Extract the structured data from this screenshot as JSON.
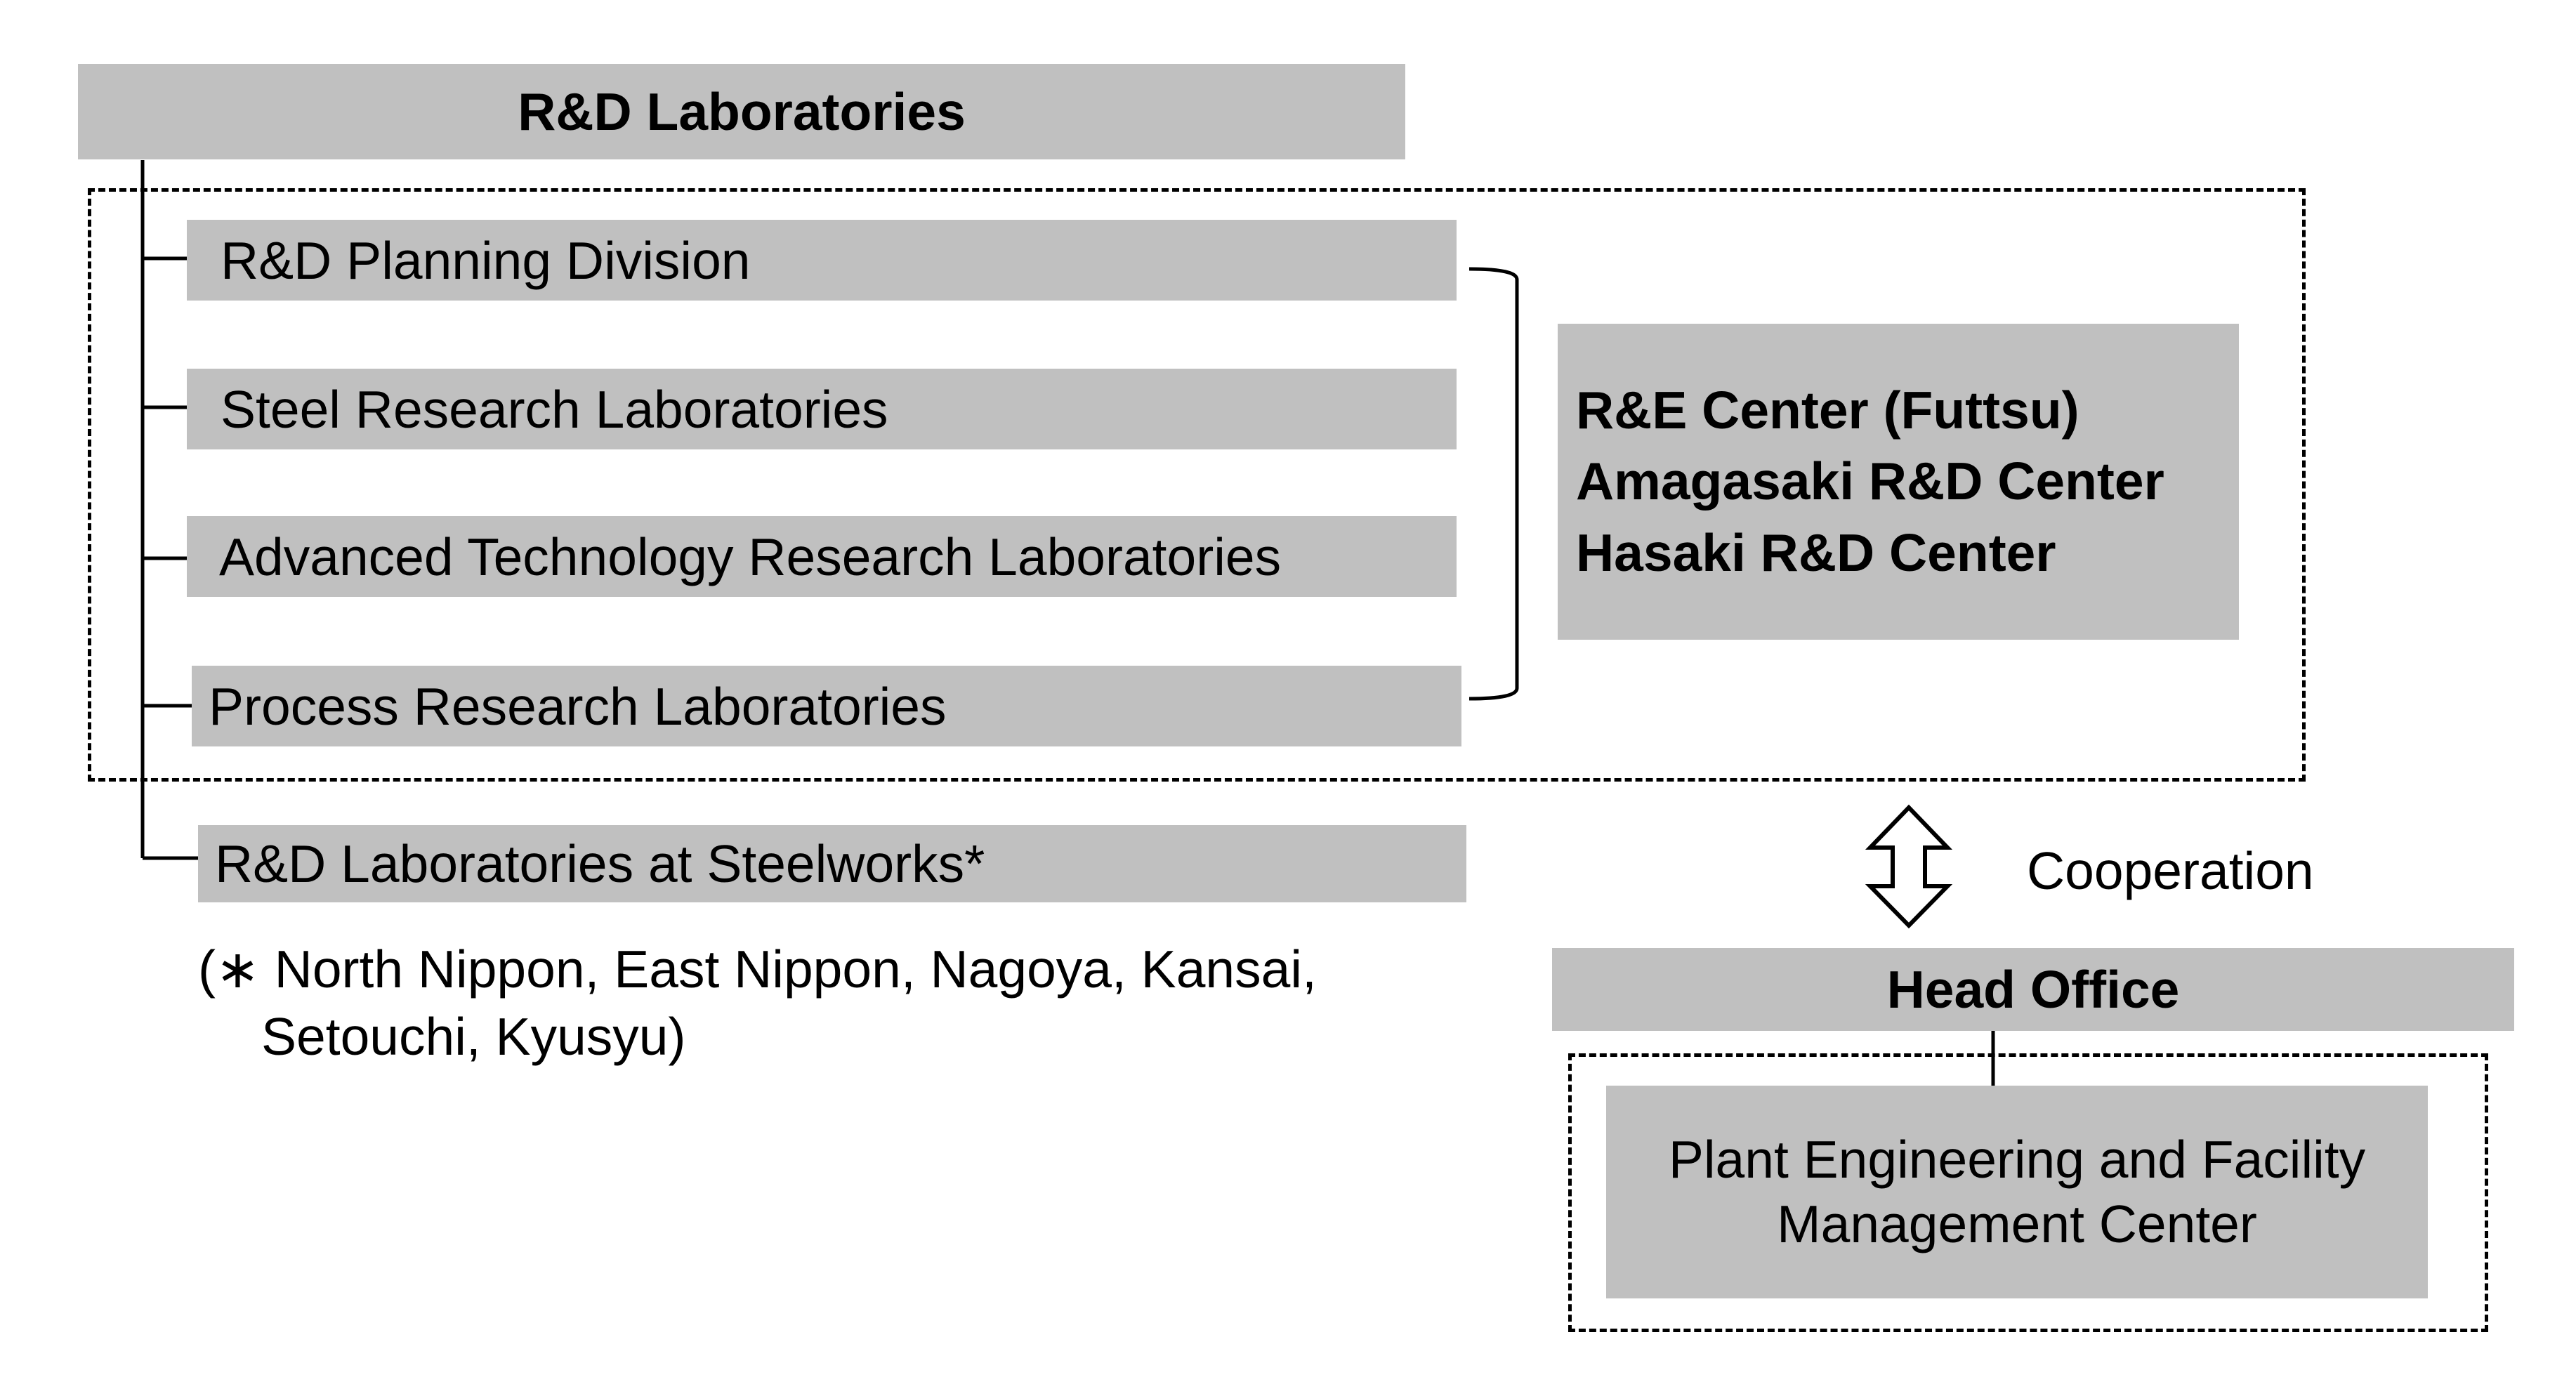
{
  "root": {
    "title": "R&D Laboratories"
  },
  "labs": [
    {
      "label": "R&D Planning Division"
    },
    {
      "label": "Steel Research Laboratories"
    },
    {
      "label": "Advanced Technology Research Laboratories"
    },
    {
      "label": "Process Research Laboratories"
    }
  ],
  "steelworks": {
    "label": "R&D Laboratories at Steelworks*"
  },
  "footnote": {
    "line1": "(∗ North Nippon, East Nippon, Nagoya, Kansai,",
    "line2": "Setouchi, Kyusyu)"
  },
  "centers": [
    "R&E Center (Futtsu)",
    "Amagasaki R&D Center",
    "Hasaki R&D Center"
  ],
  "cooperation": {
    "label": "Cooperation"
  },
  "head_office": {
    "title": "Head Office",
    "plant_line1": "Plant Engineering and Facility",
    "plant_line2": "Management Center"
  }
}
